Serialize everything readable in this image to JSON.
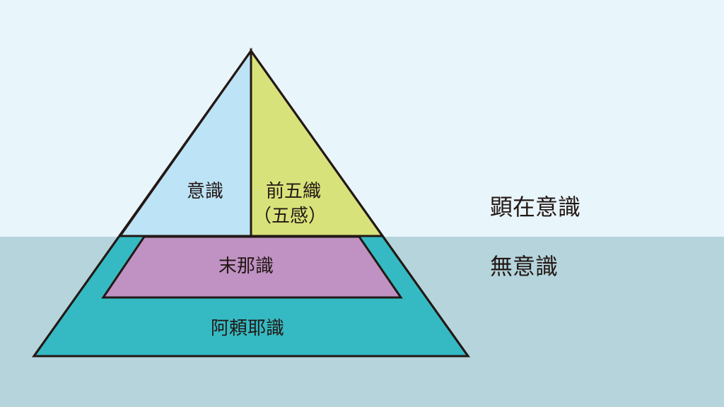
{
  "diagram": {
    "layers": {
      "consciousness": "意識",
      "five_senses_line1": "前五織",
      "five_senses_line2": "（五感）",
      "manas": "末那識",
      "alaya": "阿頼耶識"
    },
    "zones": {
      "conscious": "顕在意識",
      "unconscious": "無意識"
    },
    "colors": {
      "conscious_bg": "#e8f5fb",
      "unconscious_bg": "#b5d4dc",
      "consciousness_fill": "#bde3f6",
      "five_senses_fill": "#d8e27a",
      "manas_fill": "#bf92c3",
      "alaya_fill": "#35bac3",
      "outline": "#231815"
    }
  }
}
